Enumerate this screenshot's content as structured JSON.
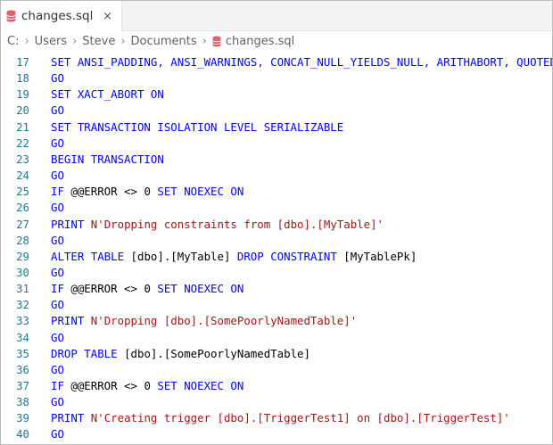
{
  "tab": {
    "label": "changes.sql",
    "icon": "database-icon",
    "close": "×"
  },
  "breadcrumb": {
    "items": [
      "C:",
      "Users",
      "Steve",
      "Documents"
    ],
    "separator": "›",
    "file": "changes.sql"
  },
  "colors": {
    "keyword": "#0000ff",
    "string": "#a31515",
    "line_number": "#237893",
    "text": "#000000",
    "icon": "#e05a6f"
  },
  "lines": [
    {
      "num": "17",
      "tokens": [
        {
          "t": "SET ANSI_PADDING, ANSI_WARNINGS, CONCAT_NULL_YIELDS_NULL, ARITHABORT, QUOTED",
          "c": "kw"
        }
      ]
    },
    {
      "num": "18",
      "tokens": [
        {
          "t": "GO",
          "c": "kw"
        }
      ]
    },
    {
      "num": "19",
      "tokens": [
        {
          "t": "SET XACT_ABORT ON",
          "c": "kw"
        }
      ]
    },
    {
      "num": "20",
      "tokens": [
        {
          "t": "GO",
          "c": "kw"
        }
      ]
    },
    {
      "num": "21",
      "tokens": [
        {
          "t": "SET TRANSACTION ISOLATION LEVEL SERIALIZABLE",
          "c": "kw"
        }
      ]
    },
    {
      "num": "22",
      "tokens": [
        {
          "t": "GO",
          "c": "kw"
        }
      ]
    },
    {
      "num": "23",
      "tokens": [
        {
          "t": "BEGIN TRANSACTION",
          "c": "kw"
        }
      ]
    },
    {
      "num": "24",
      "tokens": [
        {
          "t": "GO",
          "c": "kw"
        }
      ]
    },
    {
      "num": "25",
      "tokens": [
        {
          "t": "IF",
          "c": "kw"
        },
        {
          "t": " @@ERROR <> 0 ",
          "c": ""
        },
        {
          "t": "SET NOEXEC ON",
          "c": "kw"
        }
      ]
    },
    {
      "num": "26",
      "tokens": [
        {
          "t": "GO",
          "c": "kw"
        }
      ]
    },
    {
      "num": "27",
      "tokens": [
        {
          "t": "PRINT",
          "c": "kw"
        },
        {
          "t": " ",
          "c": ""
        },
        {
          "t": "N'Dropping constraints from [dbo].[MyTable]'",
          "c": "str"
        }
      ]
    },
    {
      "num": "28",
      "tokens": [
        {
          "t": "GO",
          "c": "kw"
        }
      ]
    },
    {
      "num": "29",
      "tokens": [
        {
          "t": "ALTER TABLE",
          "c": "kw"
        },
        {
          "t": " [dbo].[MyTable] ",
          "c": ""
        },
        {
          "t": "DROP CONSTRAINT",
          "c": "kw"
        },
        {
          "t": " [MyTablePk]",
          "c": ""
        }
      ]
    },
    {
      "num": "30",
      "tokens": [
        {
          "t": "GO",
          "c": "kw"
        }
      ]
    },
    {
      "num": "31",
      "tokens": [
        {
          "t": "IF",
          "c": "kw"
        },
        {
          "t": " @@ERROR <> 0 ",
          "c": ""
        },
        {
          "t": "SET NOEXEC ON",
          "c": "kw"
        }
      ]
    },
    {
      "num": "32",
      "tokens": [
        {
          "t": "GO",
          "c": "kw"
        }
      ]
    },
    {
      "num": "33",
      "tokens": [
        {
          "t": "PRINT",
          "c": "kw"
        },
        {
          "t": " ",
          "c": ""
        },
        {
          "t": "N'Dropping [dbo].[SomePoorlyNamedTable]'",
          "c": "str"
        }
      ]
    },
    {
      "num": "34",
      "tokens": [
        {
          "t": "GO",
          "c": "kw"
        }
      ]
    },
    {
      "num": "35",
      "tokens": [
        {
          "t": "DROP TABLE",
          "c": "kw"
        },
        {
          "t": " [dbo].[SomePoorlyNamedTable]",
          "c": ""
        }
      ]
    },
    {
      "num": "36",
      "tokens": [
        {
          "t": "GO",
          "c": "kw"
        }
      ]
    },
    {
      "num": "37",
      "tokens": [
        {
          "t": "IF",
          "c": "kw"
        },
        {
          "t": " @@ERROR <> 0 ",
          "c": ""
        },
        {
          "t": "SET NOEXEC ON",
          "c": "kw"
        }
      ]
    },
    {
      "num": "38",
      "tokens": [
        {
          "t": "GO",
          "c": "kw"
        }
      ]
    },
    {
      "num": "39",
      "tokens": [
        {
          "t": "PRINT",
          "c": "kw"
        },
        {
          "t": " ",
          "c": ""
        },
        {
          "t": "N'Creating trigger [dbo].[TriggerTest1] on [dbo].[TriggerTest]'",
          "c": "str"
        }
      ]
    },
    {
      "num": "40",
      "tokens": [
        {
          "t": "GO",
          "c": "kw"
        }
      ]
    }
  ]
}
